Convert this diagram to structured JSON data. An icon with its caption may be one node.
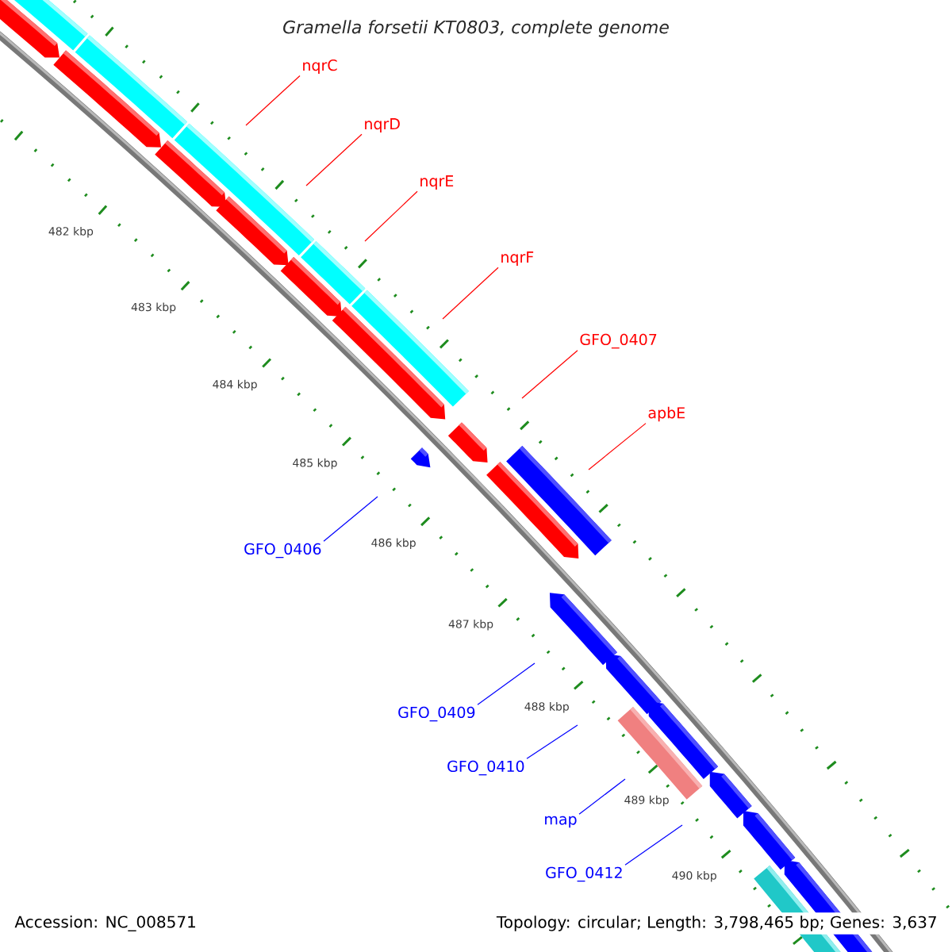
{
  "diagram": {
    "title": "Gramella forsetii KT0803, complete genome",
    "nodes": [
      {
        "text": [
          "nqrC"
        ]
      },
      {
        "text": [
          "nqrD"
        ]
      },
      {
        "text": [
          "nqrE"
        ]
      },
      {
        "text": [
          "nqrF"
        ]
      },
      {
        "text": [
          "GFO_0407"
        ]
      },
      {
        "text": [
          "apbE"
        ]
      },
      {
        "text": [
          "GFO_0406"
        ]
      },
      {
        "text": [
          "GFO_0409"
        ]
      },
      {
        "text": [
          "GFO_0410"
        ]
      },
      {
        "text": [
          "map"
        ]
      },
      {
        "text": [
          "GFO_0412"
        ]
      }
    ],
    "edges": [
      {
        "from": 0,
        "to": null,
        "arrow": "none"
      },
      {
        "from": 1,
        "to": null,
        "arrow": "none"
      },
      {
        "from": 2,
        "to": null,
        "arrow": "none"
      },
      {
        "from": 3,
        "to": null,
        "arrow": "none"
      },
      {
        "from": 4,
        "to": null,
        "arrow": "none"
      },
      {
        "from": 5,
        "to": null,
        "arrow": "none"
      },
      {
        "from": 6,
        "to": null,
        "arrow": "none",
        "color": "#0000ff"
      },
      {
        "from": 7,
        "to": null,
        "arrow": "none",
        "color": "#0000ff"
      },
      {
        "from": 8,
        "to": null,
        "arrow": "none",
        "color": "#0000ff"
      },
      {
        "from": 9,
        "to": null,
        "arrow": "none",
        "color": "#0000ff"
      },
      {
        "from": 10,
        "to": null,
        "arrow": "none",
        "color": "#0000ff"
      }
    ],
    "labels": [
      "482 kbp",
      "483 kbp",
      "484 kbp",
      "485 kbp",
      "486 kbp",
      "487 kbp",
      "488 kbp",
      "489 kbp",
      "490 kbp",
      "Accession: NC_008571",
      "Topology: circular; Length: 3,798,465 bp; Genes: 3,637"
    ]
  }
}
